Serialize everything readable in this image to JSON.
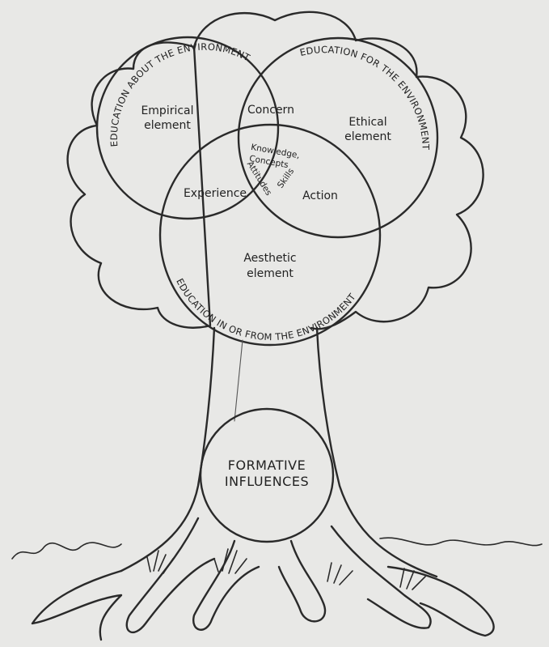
{
  "arcs": {
    "about": "EDUCATION ABOUT THE ENVIRONMENT",
    "for": "EDUCATION FOR THE ENVIRONMENT",
    "in_from": "EDUCATION IN OR FROM THE ENVIRONMENT"
  },
  "elements": {
    "empirical_1": "Empirical",
    "empirical_2": "element",
    "ethical_1": "Ethical",
    "ethical_2": "element",
    "aesthetic_1": "Aesthetic",
    "aesthetic_2": "element"
  },
  "overlaps": {
    "concern": "Concern",
    "experience": "Experience",
    "action": "Action",
    "knowledge": "Knowledge,",
    "concepts": "Concepts",
    "attitudes": "Attitudes",
    "skills": "Skills"
  },
  "trunk": {
    "line1": "FORMATIVE",
    "line2": "INFLUENCES"
  }
}
